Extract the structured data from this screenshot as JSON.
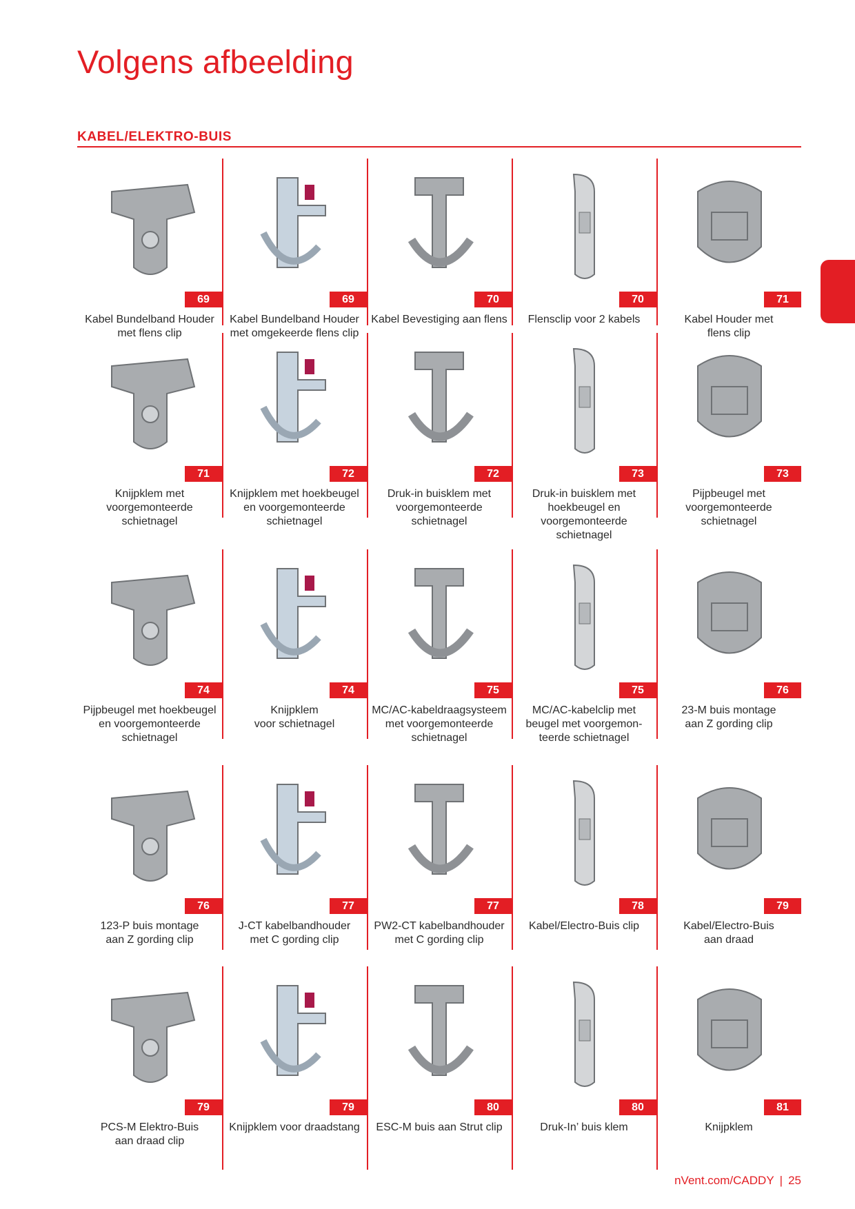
{
  "page": {
    "title": "Volgens afbeelding",
    "section_title": "KABEL/ELEKTRO-BUIS",
    "footer_site": "nVent.com/CADDY",
    "footer_sep": "|",
    "page_number": "25"
  },
  "colors": {
    "accent": "#e31e24",
    "text": "#2b2b2b",
    "metal": "#a9acaf"
  },
  "rows": [
    [
      {
        "badge": "69",
        "label": "Kabel Bundelband Houder\nmet flens clip",
        "icon": "bundle-band-holder-flange-clip-icon"
      },
      {
        "badge": "69",
        "label": "Kabel Bundelband Houder\nmet omgekeerde flens clip",
        "icon": "bundle-band-holder-reverse-clip-icon"
      },
      {
        "badge": "70",
        "label": "Kabel Bevestiging aan flens",
        "icon": "cable-flange-hook-icon"
      },
      {
        "badge": "70",
        "label": "Flensclip voor 2 kabels",
        "icon": "double-cable-flange-clip-icon"
      },
      {
        "badge": "71",
        "label": "Kabel Houder met\nflens clip",
        "icon": "cable-holder-flange-clip-icon"
      }
    ],
    [
      {
        "badge": "71",
        "label": "Knijpklem met\nvoorgemonteerde\nschietnagel",
        "icon": "pinch-clamp-nail-icon"
      },
      {
        "badge": "72",
        "label": "Knijpklem met hoekbeugel\nen voorgemonteerde\nschietnagel",
        "icon": "pinch-clamp-angle-bracket-icon"
      },
      {
        "badge": "72",
        "label": "Druk-in buisklem met\nvoorgemonteerde\nschietnagel",
        "icon": "push-in-conduit-clamp-icon"
      },
      {
        "badge": "73",
        "label": "Druk-in buisklem met\nhoekbeugel en\nvoorgemonteerde\nschietnagel",
        "icon": "push-in-clamp-angle-bracket-icon"
      },
      {
        "badge": "73",
        "label": "Pijpbeugel met\nvoorgemonteerde\nschietnagel",
        "icon": "pipe-strap-nail-icon"
      }
    ],
    [
      {
        "badge": "74",
        "label": "Pijpbeugel met hoekbeugel\nen voorgemonteerde\nschietnagel",
        "icon": "pipe-strap-angle-bracket-icon"
      },
      {
        "badge": "74",
        "label": "Knijpklem\nvoor schietnagel",
        "icon": "pinch-clamp-for-nail-icon"
      },
      {
        "badge": "75",
        "label": "MC/AC-kabeldraagsysteem\nmet voorgemonteerde\nschietnagel",
        "icon": "mc-ac-cable-support-icon"
      },
      {
        "badge": "75",
        "label": "MC/AC-kabelclip met\nbeugel met voorgemon-\nteerde schietnagel",
        "icon": "mc-ac-cable-clip-bracket-icon"
      },
      {
        "badge": "76",
        "label": "23-M buis montage\naan Z gording clip",
        "icon": "conduit-z-purlin-clip-icon"
      }
    ],
    [
      {
        "badge": "76",
        "label": "123-P buis montage\naan Z gording clip",
        "icon": "conduit-z-purlin-clip-p-icon"
      },
      {
        "badge": "77",
        "label": "J-CT kabelbandhouder\nmet C gording clip",
        "icon": "j-ct-cable-tie-holder-icon"
      },
      {
        "badge": "77",
        "label": "PW2-CT kabelbandhouder\nmet C gording clip",
        "icon": "pw2-ct-cable-tie-holder-icon"
      },
      {
        "badge": "78",
        "label": "Kabel/Electro-Buis clip",
        "icon": "cable-conduit-clip-icon"
      },
      {
        "badge": "79",
        "label": "Kabel/Electro-Buis\naan draad",
        "icon": "cable-conduit-to-wire-icon"
      }
    ],
    [
      {
        "badge": "79",
        "label": "PCS-M Elektro-Buis\naan draad clip",
        "icon": "pcs-m-conduit-wire-clip-icon"
      },
      {
        "badge": "79",
        "label": "Knijpklem voor draadstang",
        "icon": "threaded-rod-pinch-clamp-icon"
      },
      {
        "badge": "80",
        "label": "ESC-M buis aan Strut clip",
        "icon": "esc-m-conduit-strut-clip-icon"
      },
      {
        "badge": "80",
        "label": "Druk-In’ buis klem",
        "icon": "push-in-conduit-clamp-body-icon"
      },
      {
        "badge": "81",
        "label": "Knijpklem",
        "icon": "pinch-clamp-icon"
      }
    ]
  ]
}
